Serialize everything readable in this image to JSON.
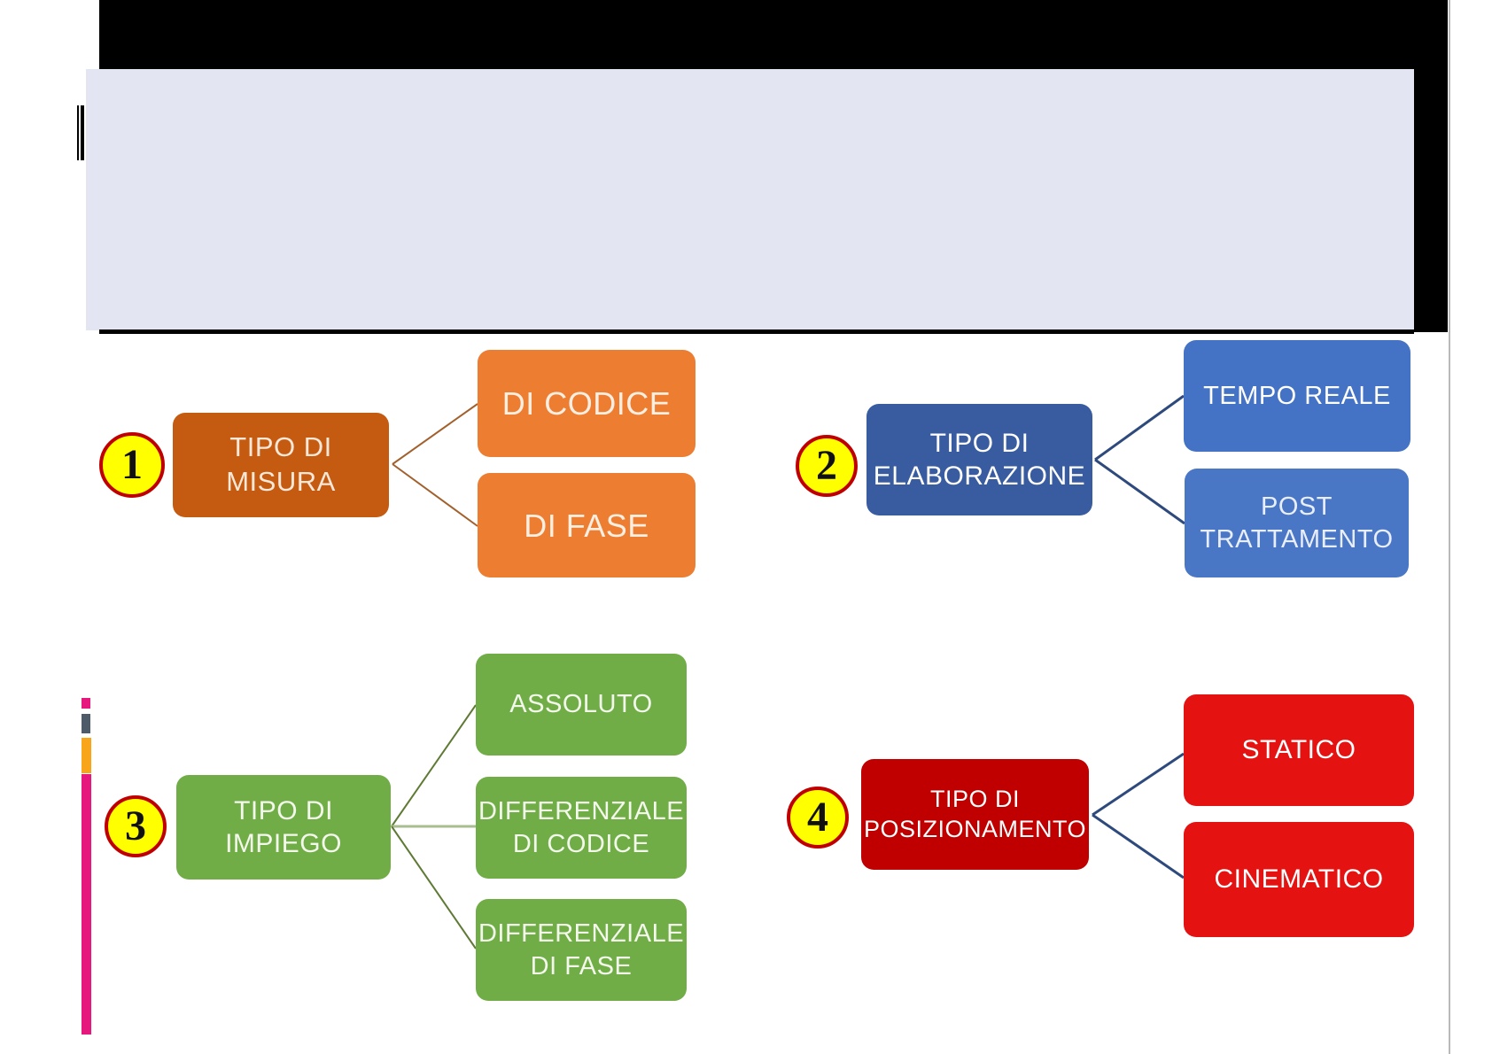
{
  "chrome": {
    "top_bar_color": "#000000",
    "header_panel_color": "#e3e6f2",
    "header_underline_color": "#000000",
    "right_edge_line_color": "#b9b9b9",
    "chips": [
      "#e6187e",
      "#4d5a68",
      "#f9a51a",
      "#e6187e"
    ]
  },
  "groups": [
    {
      "number": "1",
      "badge": {
        "fill": "#ffff00",
        "border": "#c00000",
        "text_color": "#111111"
      },
      "connector_color": "#a2602c",
      "parent": {
        "label": "TIPO DI\nMISURA",
        "fill": "#c55a11",
        "text_color": "#fbe8d8"
      },
      "children": [
        {
          "label": "DI CODICE",
          "fill": "#ed7d31",
          "text_color": "#fcefe2"
        },
        {
          "label": "DI FASE",
          "fill": "#ed7d31",
          "text_color": "#fcefe2"
        }
      ]
    },
    {
      "number": "2",
      "badge": {
        "fill": "#ffff00",
        "border": "#c00000",
        "text_color": "#111111"
      },
      "connector_color": "#2e4a7c",
      "parent": {
        "label": "TIPO DI\nELABORAZIONE",
        "fill": "#385c9f",
        "text_color": "#ffffff"
      },
      "children": [
        {
          "label": "TEMPO REALE",
          "fill": "#4472c4",
          "text_color": "#ffffff"
        },
        {
          "label": "POST\nTRATTAMENTO",
          "fill": "#4976c5",
          "text_color": "#e8eefb"
        }
      ]
    },
    {
      "number": "3",
      "badge": {
        "fill": "#ffff00",
        "border": "#c00000",
        "text_color": "#111111"
      },
      "connector_color": "#5e7a34",
      "connector_color_mid": "#a9be8f",
      "parent": {
        "label": "TIPO DI\nIMPIEGO",
        "fill": "#70ad47",
        "text_color": "#f4f8ec"
      },
      "children": [
        {
          "label": "ASSOLUTO",
          "fill": "#70ad47",
          "text_color": "#f4f8ec"
        },
        {
          "label": "DIFFERENZIALE\nDI CODICE",
          "fill": "#70ad47",
          "text_color": "#f4f8ec"
        },
        {
          "label": "DIFFERENZIALE\nDI FASE",
          "fill": "#70ad47",
          "text_color": "#f4f8ec"
        }
      ]
    },
    {
      "number": "4",
      "badge": {
        "fill": "#ffff00",
        "border": "#c00000",
        "text_color": "#111111"
      },
      "connector_color": "#2e4a7c",
      "parent": {
        "label": "TIPO DI\nPOSIZIONAMENTO",
        "fill": "#c00000",
        "text_color": "#ffffff"
      },
      "children": [
        {
          "label": "STATICO",
          "fill": "#e51212",
          "text_color": "#ffffff"
        },
        {
          "label": "CINEMATICO",
          "fill": "#e51212",
          "text_color": "#ffffff"
        }
      ]
    }
  ]
}
